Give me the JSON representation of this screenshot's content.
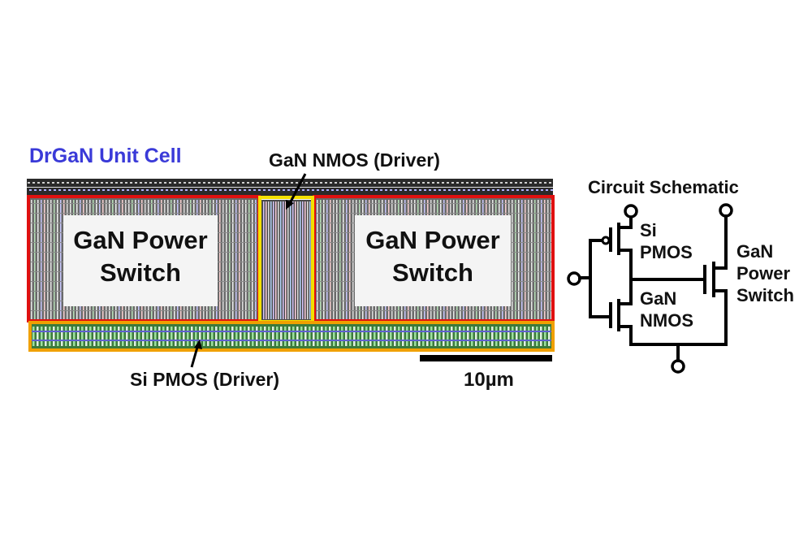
{
  "layout": {
    "title": "DrGaN Unit Cell",
    "left_switch": {
      "line1": "GaN Power",
      "line2": "Switch"
    },
    "right_switch": {
      "line1": "GaN Power",
      "line2": "Switch"
    },
    "nmos_driver_label": "GaN NMOS (Driver)",
    "pmos_driver_label": "Si PMOS (Driver)",
    "scale_bar_label": "10µm"
  },
  "schematic": {
    "title": "Circuit Schematic",
    "pmos": {
      "line1": "Si",
      "line2": "PMOS"
    },
    "nmos": {
      "line1": "GaN",
      "line2": "NMOS"
    },
    "power_switch": {
      "line1": "GaN",
      "line2": "Power",
      "line3": "Switch"
    }
  },
  "colors": {
    "title": "#3a3ad8",
    "power_switch_border": "#e01010",
    "nmos_border": "#f4e000",
    "pmos_border": "#f0a000"
  }
}
